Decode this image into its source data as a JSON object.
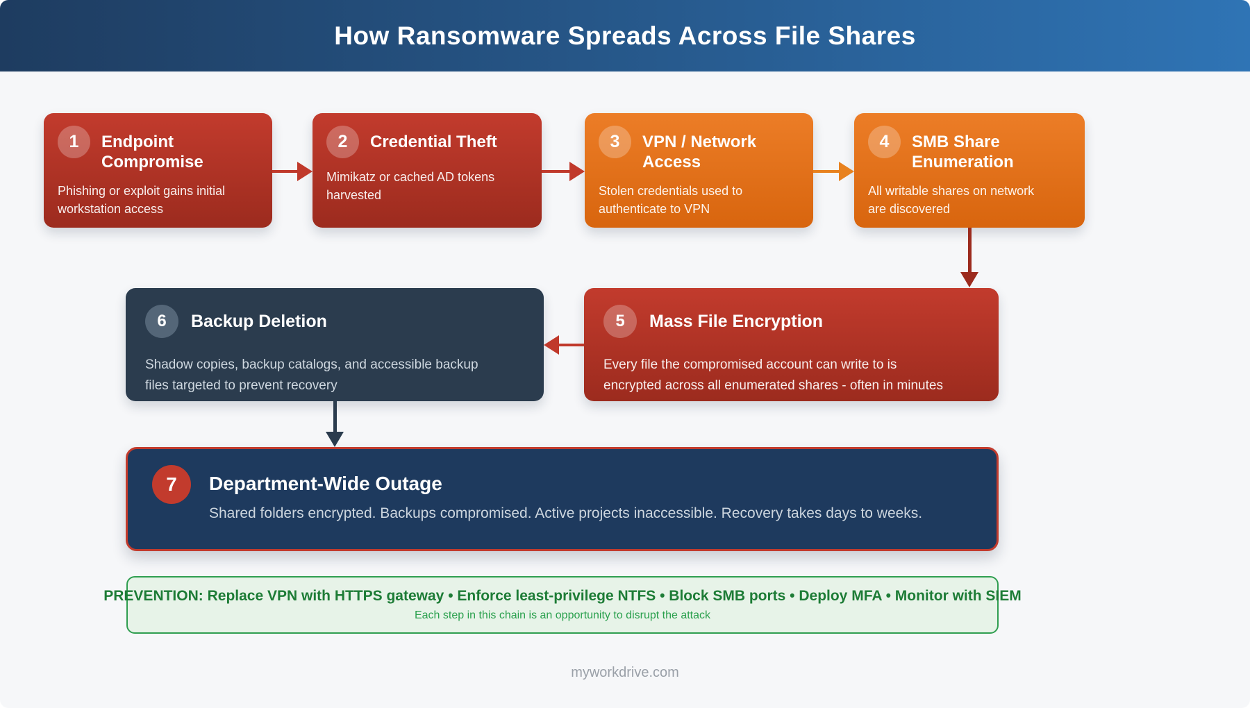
{
  "header": {
    "title": "How Ransomware Spreads Across File Shares"
  },
  "steps": [
    {
      "num": "1",
      "title": "Endpoint Compromise",
      "desc": "Phishing or exploit gains initial workstation access"
    },
    {
      "num": "2",
      "title": "Credential Theft",
      "desc": "Mimikatz or cached AD tokens harvested"
    },
    {
      "num": "3",
      "title": "VPN / Network Access",
      "desc": "Stolen credentials used to authenticate to VPN"
    },
    {
      "num": "4",
      "title": "SMB Share Enumeration",
      "desc": "All writable shares on network are discovered"
    },
    {
      "num": "5",
      "title": "Mass File Encryption",
      "desc": "Every file the compromised account can write to is encrypted across all enumerated shares - often in minutes"
    },
    {
      "num": "6",
      "title": "Backup Deletion",
      "desc": "Shadow copies, backup catalogs, and accessible backup files targeted to prevent recovery"
    },
    {
      "num": "7",
      "title": "Department-Wide Outage",
      "desc": "Shared folders encrypted. Backups compromised. Active projects inaccessible. Recovery takes days to weeks."
    }
  ],
  "prevention": {
    "main": "PREVENTION: Replace VPN with HTTPS gateway • Enforce least-privilege NTFS • Block SMB ports • Deploy MFA • Monitor with SIEM",
    "sub": "Each step in this chain is an opportunity to disrupt the attack"
  },
  "footer": {
    "site": "myworkdrive.com"
  },
  "colors": {
    "background": "#f6f7f9",
    "header_gradient_left": "#1e3c60",
    "header_gradient_right": "#2f74b5",
    "red_card_top": "#c23b2d",
    "red_card_bottom": "#9c2b1e",
    "orange_card_top": "#ec7d27",
    "orange_card_bottom": "#d8650e",
    "navy_card": "#2b3c4e",
    "outage_card_bg": "#1e3a5e",
    "outage_card_border": "#c0392b",
    "red_arrow": "#c0392b",
    "orange_arrow": "#e8821f",
    "dark_red_arrow": "#9c2b1e",
    "navy_arrow": "#2b3c4e",
    "prevention_bg": "#e7f3e8",
    "prevention_border": "#2f9e50",
    "prevention_text": "#1d7c36",
    "prevention_subtext": "#2aa04d",
    "footer_text": "#9aa0a8"
  }
}
